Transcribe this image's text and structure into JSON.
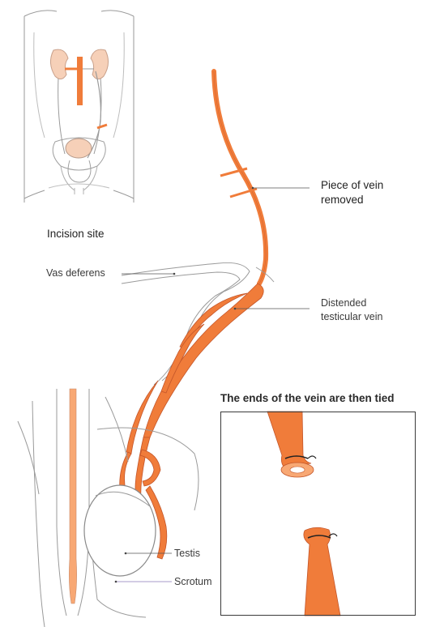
{
  "labels": {
    "incision_site": "Incision site",
    "piece_removed_line1": "Piece of vein",
    "piece_removed_line2": "removed",
    "vas_deferens": "Vas deferens",
    "distended_line1": "Distended",
    "distended_line2": "testicular vein",
    "inset_title": "The ends of the vein are then tied",
    "testis": "Testis",
    "scrotum": "Scrotum"
  },
  "colors": {
    "vein": "#f07c3a",
    "vein_dark": "#d9622a",
    "vein_light": "#f8a874",
    "outline": "#8a8a8a",
    "kidney": "#f6d0b8",
    "label_text": "#3a3a3a"
  }
}
